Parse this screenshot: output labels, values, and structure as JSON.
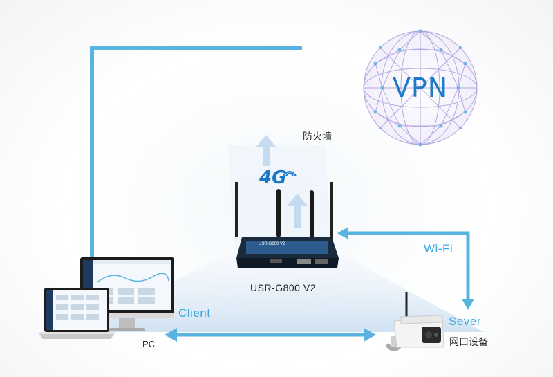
{
  "labels": {
    "vpn": "VPN",
    "firewall": "防火墙",
    "four_g": "4G",
    "router_model": "USR-G800 V2",
    "router_faceplate": "USR-G800 V2",
    "wifi": "Wi-Fi",
    "client": "Client",
    "server": "Sever",
    "pc": "PC",
    "network_device": "网口设备"
  },
  "colors": {
    "link_blue": "#5ab4e0",
    "label_blue": "#3aa6e0",
    "vpn_blue": "#1f7ac8",
    "router_body": "#1b2b3e"
  },
  "icons": [
    "globe-mesh-icon",
    "router-icon",
    "antenna-icon",
    "monitor-icon",
    "laptop-icon",
    "camera-icon",
    "arrow-up-icon",
    "arrow-icon"
  ]
}
